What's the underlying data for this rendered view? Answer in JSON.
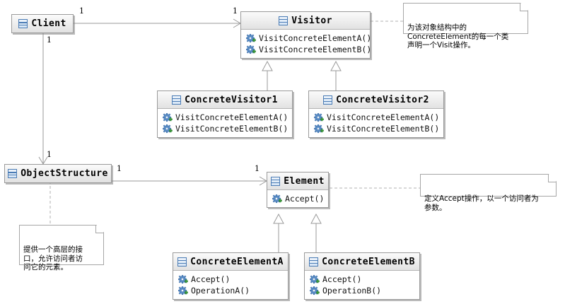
{
  "diagram": {
    "title": "Visitor Pattern UML Class Diagram",
    "line_color": "#9a9a9a",
    "class_icon_color": "#4b7cb5",
    "method_icon_colors": {
      "gear": "#5b8fc9",
      "gear_dark": "#3f6fa8",
      "plus": "#3fa03f"
    }
  },
  "classes": {
    "client": {
      "name": "Client",
      "methods": []
    },
    "visitor": {
      "name": "Visitor",
      "methods": [
        "VisitConcreteElementA()",
        "VisitConcreteElementB()"
      ]
    },
    "concrete_visitor1": {
      "name": "ConcreteVisitor1",
      "methods": [
        "VisitConcreteElementA()",
        "VisitConcreteElementB()"
      ]
    },
    "concrete_visitor2": {
      "name": "ConcreteVisitor2",
      "methods": [
        "VisitConcreteElementA()",
        "VisitConcreteElementB()"
      ]
    },
    "object_structure": {
      "name": "ObjectStructure",
      "methods": []
    },
    "element": {
      "name": "Element",
      "methods": [
        "Accept()"
      ]
    },
    "concrete_elementA": {
      "name": "ConcreteElementA",
      "methods": [
        "Accept()",
        "OperationA()"
      ]
    },
    "concrete_elementB": {
      "name": "ConcreteElementB",
      "methods": [
        "Accept()",
        "OperationB()"
      ]
    }
  },
  "notes": {
    "visitor_note": "为该对象结构中的\nConcreteElement的每一个类\n声明一个Visit操作。",
    "element_note": "定义Accept操作，以一个访问者为\n参数。",
    "object_structure_note": "提供一个高层的接\n口，允许访问者访\n问它的元素。"
  },
  "multiplicities": {
    "client_to_visitor_src": "1",
    "client_to_visitor_dst": "1",
    "client_to_objstruct_src": "1",
    "client_to_objstruct_dst": "1",
    "objstruct_to_element_src": "1",
    "objstruct_to_element_dst": "1"
  }
}
